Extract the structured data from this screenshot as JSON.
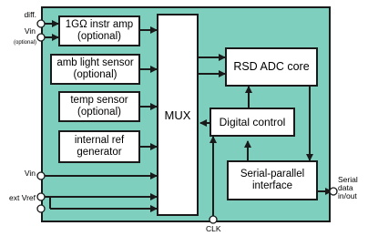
{
  "blocks": {
    "instr_amp": {
      "line1": "1GΩ instr amp",
      "line2": "(optional)"
    },
    "amb_light": {
      "line1": "amb light sensor",
      "line2": "(optional)"
    },
    "temp_sensor": {
      "line1": "temp sensor",
      "line2": "(optional)"
    },
    "internal_ref": {
      "line1": "internal ref",
      "line2": "generator"
    },
    "mux": "MUX",
    "adc_core": "RSD ADC core",
    "digital_control": "Digital control",
    "serial_parallel": {
      "line1": "Serial-parallel",
      "line2": "interface"
    }
  },
  "pins": {
    "diff": "diff.",
    "vin_top": "Vin",
    "vin_top_note": "(optional)",
    "vin_bottom": "Vin",
    "ext_vref": "ext Vref",
    "clk": "CLK",
    "serial_data": {
      "line1": "Serial",
      "line2": "data",
      "line3": "in/out"
    }
  },
  "colors": {
    "chip_fill": "#7fcfbf",
    "outline": "#1a1a1a",
    "box_fill": "#ffffff"
  }
}
